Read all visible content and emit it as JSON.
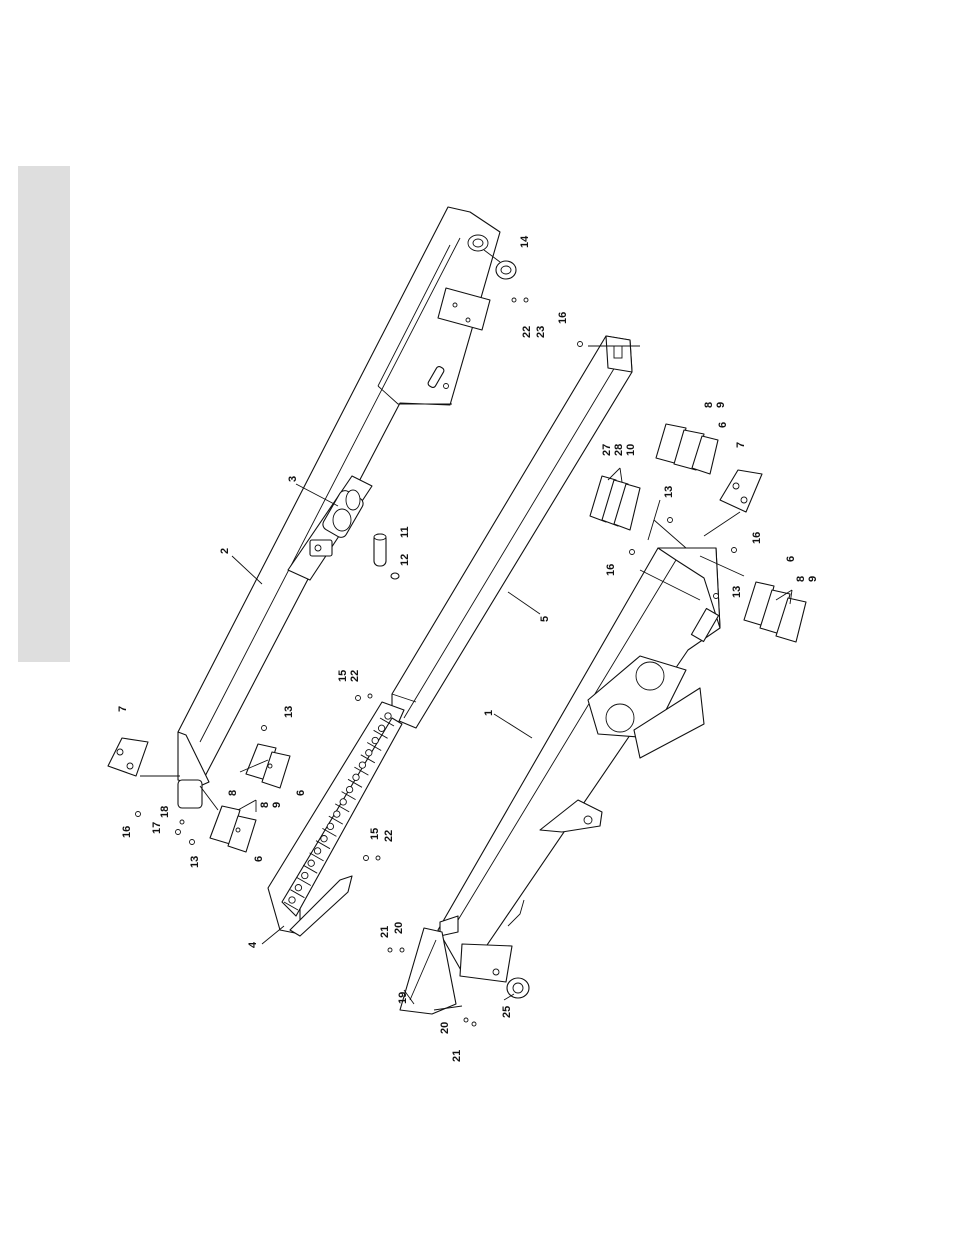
{
  "page": {
    "tab_color": "#dedede",
    "line_color": "#111111"
  },
  "callouts": [
    {
      "id": "c-1",
      "text": "1"
    },
    {
      "id": "c-2",
      "text": "2"
    },
    {
      "id": "c-3",
      "text": "3"
    },
    {
      "id": "c-4",
      "text": "4"
    },
    {
      "id": "c-5",
      "text": "5"
    },
    {
      "id": "c-6a",
      "text": "6"
    },
    {
      "id": "c-6b",
      "text": "6"
    },
    {
      "id": "c-6c",
      "text": "6"
    },
    {
      "id": "c-6d",
      "text": "6"
    },
    {
      "id": "c-7a",
      "text": "7"
    },
    {
      "id": "c-7b",
      "text": "7"
    },
    {
      "id": "c-8a",
      "text": "8"
    },
    {
      "id": "c-8b",
      "text": "8"
    },
    {
      "id": "c-8c",
      "text": "8"
    },
    {
      "id": "c-8d",
      "text": "8"
    },
    {
      "id": "c-9a",
      "text": "9"
    },
    {
      "id": "c-9b",
      "text": "9"
    },
    {
      "id": "c-9c",
      "text": "9"
    },
    {
      "id": "c-10",
      "text": "10"
    },
    {
      "id": "c-11",
      "text": "11"
    },
    {
      "id": "c-12",
      "text": "12"
    },
    {
      "id": "c-13a",
      "text": "13"
    },
    {
      "id": "c-13b",
      "text": "13"
    },
    {
      "id": "c-13c",
      "text": "13"
    },
    {
      "id": "c-13d",
      "text": "13"
    },
    {
      "id": "c-14",
      "text": "14"
    },
    {
      "id": "c-15a",
      "text": "15"
    },
    {
      "id": "c-15b",
      "text": "15"
    },
    {
      "id": "c-16a",
      "text": "16"
    },
    {
      "id": "c-16b",
      "text": "16"
    },
    {
      "id": "c-16c",
      "text": "16"
    },
    {
      "id": "c-16d",
      "text": "16"
    },
    {
      "id": "c-17",
      "text": "17"
    },
    {
      "id": "c-18",
      "text": "18"
    },
    {
      "id": "c-19",
      "text": "19"
    },
    {
      "id": "c-20a",
      "text": "20"
    },
    {
      "id": "c-20b",
      "text": "20"
    },
    {
      "id": "c-21a",
      "text": "21"
    },
    {
      "id": "c-21b",
      "text": "21"
    },
    {
      "id": "c-22a",
      "text": "22"
    },
    {
      "id": "c-22b",
      "text": "22"
    },
    {
      "id": "c-22c",
      "text": "22"
    },
    {
      "id": "c-23",
      "text": "23"
    },
    {
      "id": "c-25",
      "text": "25"
    },
    {
      "id": "c-27",
      "text": "27"
    },
    {
      "id": "c-28",
      "text": "28"
    }
  ]
}
